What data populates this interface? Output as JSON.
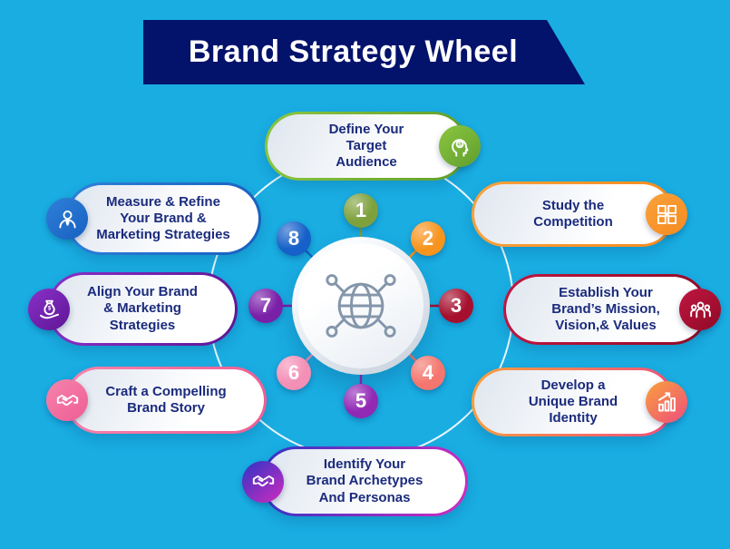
{
  "background_color": "#19ADE2",
  "banner": {
    "title": "Brand Strategy Wheel",
    "bg_color": "#03126B",
    "text_color": "#FFFFFF"
  },
  "wheel": {
    "center_icon": "globe-network-icon",
    "ring_color": "#FFFFFF",
    "text_color": "#1B2B7D",
    "items": [
      {
        "number": "1",
        "label": "Define Your\nTarget\nAudience",
        "icon": "head-dollar-icon",
        "colors": {
          "border": [
            "#8CC63E",
            "#5F9E2F"
          ],
          "badge": "#7EA13C"
        }
      },
      {
        "number": "2",
        "label": "Study the\nCompetition",
        "icon": "competition-grid-icon",
        "colors": {
          "border": [
            "#F9A13B",
            "#F68B1F"
          ],
          "badge": "#F7941E"
        }
      },
      {
        "number": "3",
        "label": "Establish Your\nBrand’s Mission,\nVision,& Values",
        "icon": "people-group-icon",
        "colors": {
          "border": [
            "#C01641",
            "#8F0A26"
          ],
          "badge": "#A60F2D"
        }
      },
      {
        "number": "4",
        "label": "Develop a\nUnique Brand\nIdentity",
        "icon": "growth-chart-icon",
        "colors": {
          "border": [
            "#F9A13B",
            "#EE4D7E"
          ],
          "badge": "#F4766E"
        }
      },
      {
        "number": "5",
        "label": "Identify Your\nBrand Archetypes\nAnd Personas",
        "icon": "handshake-icon",
        "colors": {
          "border": [
            "#2D35C5",
            "#D12BBF"
          ],
          "badge": "#9129B5"
        }
      },
      {
        "number": "6",
        "label": "Craft a Compelling\nBrand Story",
        "icon": "handshake-icon",
        "colors": {
          "border": [
            "#F584AC",
            "#EF5D94"
          ],
          "badge": "#F48FB5"
        }
      },
      {
        "number": "7",
        "label": "Align Your Brand\n& Marketing\nStrategies",
        "icon": "money-bag-hand-icon",
        "colors": {
          "border": [
            "#8A30C9",
            "#5E1695"
          ],
          "badge": "#7A1FA8"
        }
      },
      {
        "number": "8",
        "label": "Measure & Refine\nYour Brand &\nMarketing Strategies",
        "icon": "person-icon",
        "colors": {
          "border": [
            "#2F80D9",
            "#1860C0"
          ],
          "badge": "#1660C9"
        }
      }
    ]
  }
}
